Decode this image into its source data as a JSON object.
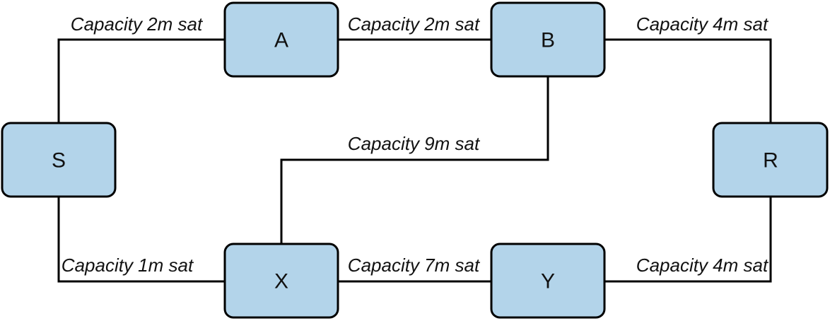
{
  "colors": {
    "node_fill": "#b3d4ea",
    "node_stroke": "#000000",
    "edge_stroke": "#000000",
    "text": "#111111"
  },
  "nodes": {
    "S": "S",
    "A": "A",
    "B": "B",
    "R": "R",
    "X": "X",
    "Y": "Y"
  },
  "edges": {
    "S_A": "Capacity 2m sat",
    "A_B": "Capacity 2m sat",
    "B_R": "Capacity 4m sat",
    "B_X": "Capacity 9m sat",
    "S_X": "Capacity 1m sat",
    "X_Y": "Capacity 7m sat",
    "Y_R": "Capacity 4m sat"
  }
}
